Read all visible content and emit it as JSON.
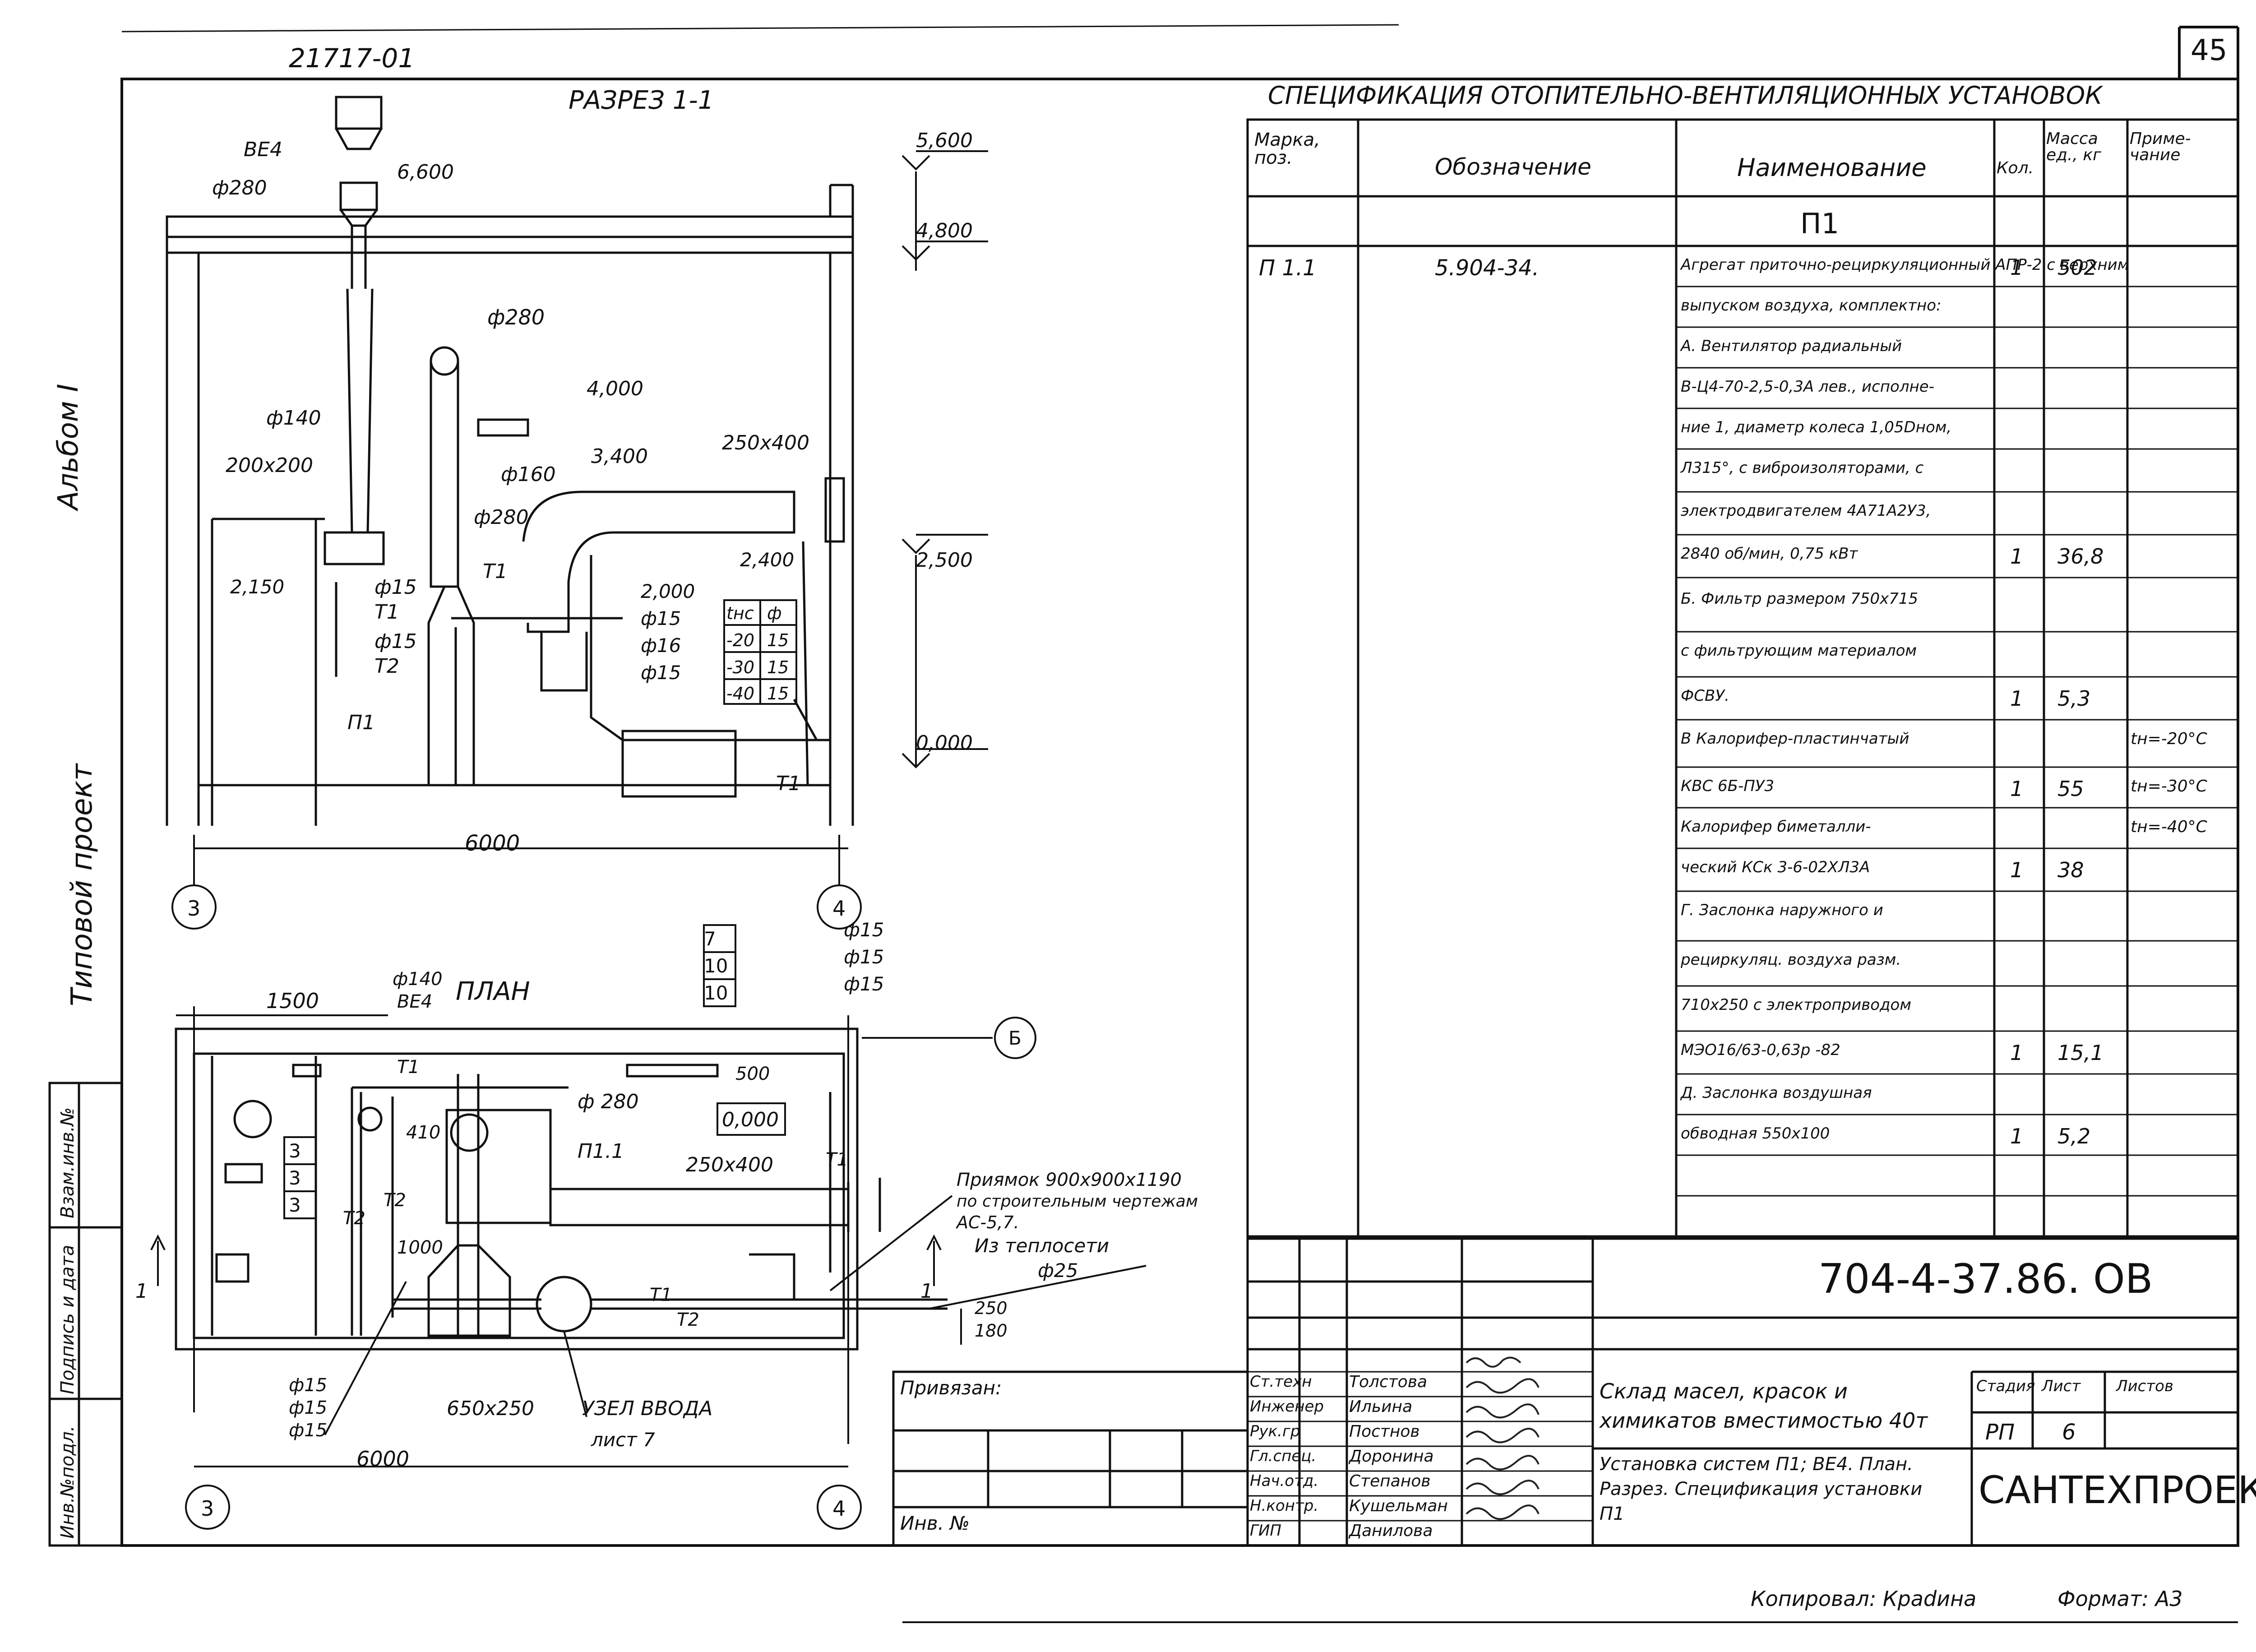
{
  "header": {
    "doc_code_top": "21717-01",
    "page_number": "45",
    "album": "Альбом I",
    "typical_project": "Типовой проект"
  },
  "side_stamps": [
    "Взам.инв.№",
    "Подпись и дата",
    "Инв.№подл."
  ],
  "section": {
    "title": "РАЗРЕЗ 1-1",
    "width_dim": "6000",
    "axes": [
      "3",
      "4"
    ],
    "labels": {
      "ve4": "ВЕ4",
      "d280_top": "ф280",
      "elev_6600": "6,600",
      "elev_5600": "5,600",
      "elev_4800": "4,800",
      "elev_4000": "4,000",
      "elev_3400": "3,400",
      "elev_2500": "2,500",
      "elev_2400": "2,400",
      "elev_2150": "2,150",
      "elev_2000": "2,000",
      "elev_0000": "0,000",
      "d140": "ф140",
      "d200": "200х200",
      "d280_a": "ф280",
      "d280_b": "ф280",
      "d160": "ф160",
      "duct": "250х400",
      "t1_a": "Т1",
      "t1_b": "Т1",
      "t1_c": "Т1",
      "t2": "Т2",
      "d15_a": "ф15",
      "d15_b": "ф15",
      "d15_c": "ф15",
      "d16": "ф16",
      "d15_d": "ф15",
      "p1": "П1"
    },
    "temp_table": {
      "header": [
        "tнс",
        "ф"
      ],
      "rows": [
        [
          "-20",
          "15"
        ],
        [
          "-30",
          "15"
        ],
        [
          "-40",
          "15"
        ]
      ]
    }
  },
  "plan": {
    "title": "ПЛАН",
    "dim_1500": "1500",
    "dim_6000": "6000",
    "axes": [
      "3",
      "4",
      "Б"
    ],
    "labels": {
      "d140": "ф140",
      "ve4": "ВЕ4",
      "t1_a": "Т1",
      "t2_a": "Т2",
      "t2_b": "Т2",
      "p11": "П1.1",
      "d280": "ф 280",
      "elev": "0,000",
      "duct": "250х400",
      "dim_1000": "1000",
      "dim_410": "410",
      "dim_500": "500",
      "pit": "Приямок 900х900х1190",
      "pit_ref1": "по строительным чертежам",
      "pit_ref2": "АС-5,7.",
      "heat": "Из теплосети",
      "heat_d": "ф25",
      "t1_b": "Т1",
      "t2_c": "Т2",
      "d250": "250",
      "d180": "180",
      "d650": "650х250",
      "node": "УЗЕЛ ВВОДА",
      "node_sheet": "лист 7",
      "sec1_a": "1",
      "sec1_b": "1",
      "t1_c": "Т1"
    },
    "stack_boxes_top": [
      "7",
      "10",
      "10"
    ],
    "stack_boxes_left": [
      "3",
      "3",
      "3"
    ],
    "pipes_top": [
      "ф15",
      "ф15",
      "ф15"
    ],
    "pipes_bottom": [
      "ф15",
      "ф15",
      "ф15"
    ]
  },
  "spec": {
    "title": "СПЕЦИФИКАЦИЯ ОТОПИТЕЛЬНО-ВЕНТИЛЯЦИОННЫХ УСТАНОВОК",
    "headers": [
      "Марка, поз.",
      "Обозначение",
      "Наименование",
      "Кол.",
      "Масса ед., кг",
      "Приме-чание"
    ],
    "group": "П1",
    "rows": [
      [
        "П 1.1",
        "5.904-34.",
        "Агрегат приточно-рециркуляционный АПР-2 с верхним",
        "1",
        "502",
        ""
      ],
      [
        "",
        "",
        "выпуском воздуха, комплектно:",
        "",
        "",
        ""
      ],
      [
        "",
        "",
        "А. Вентилятор радиальный",
        "",
        "",
        ""
      ],
      [
        "",
        "",
        "В-Ц4-70-2,5-0,3А лев., исполне-",
        "",
        "",
        ""
      ],
      [
        "",
        "",
        "ние 1, диаметр колеса 1,05Dном,",
        "",
        "",
        ""
      ],
      [
        "",
        "",
        "Л315°, с виброизоляторами, с",
        "",
        "",
        ""
      ],
      [
        "",
        "",
        "электродвигателем 4А71А2У3,",
        "",
        "",
        ""
      ],
      [
        "",
        "",
        "2840 об/мин, 0,75 кВт",
        "1",
        "36,8",
        ""
      ],
      [
        "",
        "",
        "Б. Фильтр размером 750х715",
        "",
        "",
        ""
      ],
      [
        "",
        "",
        "с фильтрующим материалом",
        "",
        "",
        ""
      ],
      [
        "",
        "",
        "ФСВУ.",
        "1",
        "5,3",
        ""
      ],
      [
        "",
        "",
        "В Калорифер-пластинчатый",
        "",
        "",
        "tн=-20°С"
      ],
      [
        "",
        "",
        "КВС 6Б-ПУ3",
        "1",
        "55",
        "tн=-30°С"
      ],
      [
        "",
        "",
        "Калорифер биметалли-",
        "",
        "",
        "tн=-40°С"
      ],
      [
        "",
        "",
        "ческий КСк 3-6-02ХЛ3А",
        "1",
        "38",
        ""
      ],
      [
        "",
        "",
        "Г. Заслонка наружного и",
        "",
        "",
        ""
      ],
      [
        "",
        "",
        "рециркуляц. воздуха разм.",
        "",
        "",
        ""
      ],
      [
        "",
        "",
        "710х250 с электроприводом",
        "",
        "",
        ""
      ],
      [
        "",
        "",
        "МЭО16/63-0,63р -82",
        "1",
        "15,1",
        ""
      ],
      [
        "",
        "",
        "Д. Заслонка воздушная",
        "",
        "",
        ""
      ],
      [
        "",
        "",
        "обводная 550х100",
        "1",
        "5,2",
        ""
      ]
    ]
  },
  "title_block": {
    "doc_number": "704-4-37.86. ОВ",
    "privyazan": "Привязан:",
    "inv_no": "Инв. №",
    "roles": [
      "Ст.техн",
      "Инженер",
      "Рук.гр",
      "Гл.спец.",
      "Нач.отд.",
      "Н.контр.",
      "ГИП"
    ],
    "names": [
      "Толстова",
      "Ильина",
      "Постнов",
      "Доронина",
      "Степанов",
      "Кушельман",
      "Данилова"
    ],
    "object_1": "Склад масел, красок и",
    "object_2": "химикатов вместимостью 40т",
    "sheet_1": "Установка систем П1; ВЕ4. План.",
    "sheet_2": "Разрез. Спецификация установки",
    "sheet_3": "П1",
    "stage_h": "Стадия",
    "sheet_h": "Лист",
    "sheets_h": "Листов",
    "stage": "РП",
    "sheet": "6",
    "sheets": "",
    "org": "САНТЕХПРОЕКТ"
  },
  "footer": {
    "copied": "Копировал: Краdина",
    "format": "Формат: А3"
  }
}
